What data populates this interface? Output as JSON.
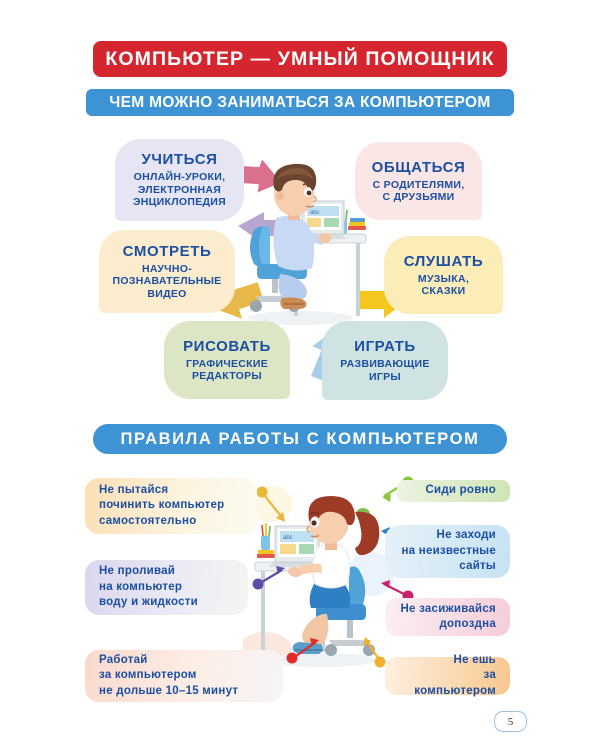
{
  "headers": {
    "title_main": "КОМПЬЮТЕР — УМНЫЙ ПОМОЩНИК",
    "section1": "ЧЕМ МОЖНО ЗАНИМАТЬСЯ ЗА КОМПЬЮТЕРОМ",
    "section2": "ПРАВИЛА  РАБОТЫ  С  КОМПЬЮТЕРОМ"
  },
  "colors": {
    "banner_red": "#d5262f",
    "banner_blue": "#3d93d4",
    "text_blue": "#1c4fa1"
  },
  "activities": [
    {
      "id": "uchitsya",
      "title": "УЧИТЬСЯ",
      "sub_line1": "ОНЛАЙН-УРОКИ,",
      "sub_line2": "ЭЛЕКТРОННАЯ",
      "sub_line3": "ЭНЦИКЛОПЕДИЯ",
      "bg": "#e6e5f3",
      "arrow_color": "#b7a6cf"
    },
    {
      "id": "obshatsya",
      "title": "ОБЩАТЬСЯ",
      "sub_line1": "С  РОДИТЕЛЯМИ,",
      "sub_line2": "С  ДРУЗЬЯМИ",
      "sub_line3": "",
      "bg": "#fbe6e6",
      "arrow_color": "#e0718f"
    },
    {
      "id": "smotret",
      "title": "СМОТРЕТЬ",
      "sub_line1": "НАУЧНО-",
      "sub_line2": "ПОЗНАВАТЕЛЬНЫЕ",
      "sub_line3": "ВИДЕО",
      "bg": "#faeccd",
      "arrow_color": "#e9b84a"
    },
    {
      "id": "slushat",
      "title": "СЛУШАТЬ",
      "sub_line1": "МУЗЫКА,",
      "sub_line2": "СКАЗКИ",
      "sub_line3": "",
      "bg": "#fcedb8",
      "arrow_color": "#f5c61e"
    },
    {
      "id": "risovat",
      "title": "РИСОВАТЬ",
      "sub_line1": "ГРАФИЧЕСКИЕ",
      "sub_line2": "РЕДАКТОРЫ",
      "sub_line3": "",
      "bg": "#dde6c4",
      "arrow_color": "#9fc4dd"
    },
    {
      "id": "igrat",
      "title": "ИГРАТЬ",
      "sub_line1": "РАЗВИВАЮЩИЕ",
      "sub_line2": "ИГРЫ",
      "sub_line3": "",
      "bg": "#cfe3e2",
      "arrow_color": "#a8cde6"
    }
  ],
  "rules": [
    {
      "id": "fix",
      "line1": "Не  пытайся",
      "line2": "починить  компьютер",
      "line3": "самостоятельно",
      "dot_color": "#e8b63a"
    },
    {
      "id": "sit",
      "line1": "Сиди  ровно",
      "line2": "",
      "line3": "",
      "dot_color": "#8cc63f"
    },
    {
      "id": "sites",
      "line1": "Не  заходи",
      "line2": "на  неизвестные",
      "line3": "сайты",
      "dot_color": "#2f7fc4"
    },
    {
      "id": "spill",
      "line1": "Не  проливай",
      "line2": "на  компьютер",
      "line3": "воду  и  жидкости",
      "dot_color": "#5b4ea8"
    },
    {
      "id": "late",
      "line1": "Не  засиживайся",
      "line2": "допоздна",
      "line3": "",
      "dot_color": "#c9206e"
    },
    {
      "id": "time",
      "line1": "Работай",
      "line2": "за  компьютером",
      "line3": "не  дольше  10–15  минут",
      "dot_color": "#e02b28"
    },
    {
      "id": "eat",
      "line1": "Не  ешь",
      "line2": "за  компьютером",
      "line3": "",
      "dot_color": "#eeb02e"
    }
  ],
  "footer": {
    "page_number": "5"
  }
}
